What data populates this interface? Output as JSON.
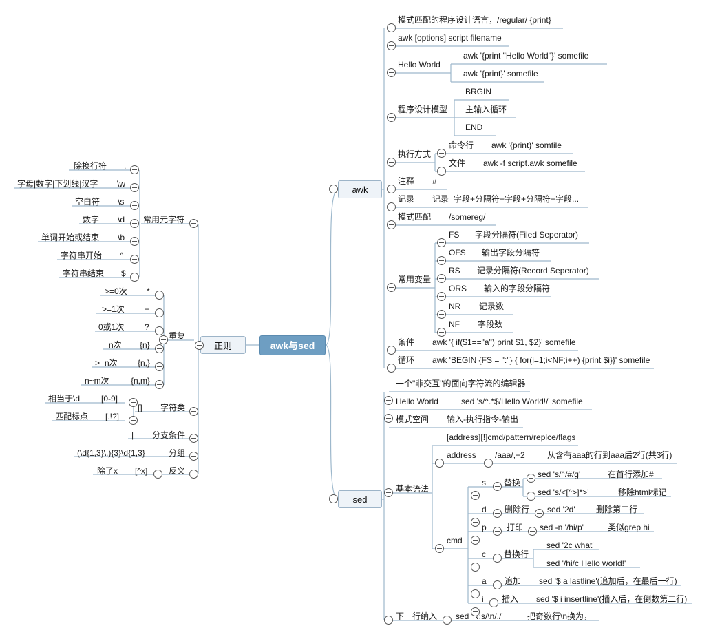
{
  "root": {
    "label": "awk与sed"
  },
  "regex": {
    "label": "正则",
    "meta": {
      "label": "常用元字符",
      "items": [
        {
          "desc": "除换行符",
          "sym": "."
        },
        {
          "desc": "字母|数字|下划线|汉字",
          "sym": "\\w"
        },
        {
          "desc": "空白符",
          "sym": "\\s"
        },
        {
          "desc": "数字",
          "sym": "\\d"
        },
        {
          "desc": "单词开始或结束",
          "sym": "\\b"
        },
        {
          "desc": "字符串开始",
          "sym": "^"
        },
        {
          "desc": "字符串结束",
          "sym": "$"
        }
      ]
    },
    "repeat": {
      "label": "重复",
      "items": [
        {
          "desc": ">=0次",
          "sym": "*"
        },
        {
          "desc": ">=1次",
          "sym": "+"
        },
        {
          "desc": "0或1次",
          "sym": "?"
        },
        {
          "desc": "n次",
          "sym": "{n}"
        },
        {
          "desc": ">=n次",
          "sym": "{n,}"
        },
        {
          "desc": "n~m次",
          "sym": "{n,m}"
        }
      ]
    },
    "charclass": {
      "label": "字符类",
      "sym": "[]",
      "items": [
        {
          "desc": "相当于\\d",
          "sym": "[0-9]"
        },
        {
          "desc": "匹配标点",
          "sym": "[.!?]"
        }
      ]
    },
    "branch": {
      "label": "分支条件",
      "sym": "|"
    },
    "group": {
      "label": "分组",
      "sym": "(\\d{1,3}\\.){3}\\d{1,3}"
    },
    "negate": {
      "label": "反义",
      "sym": "[^x]",
      "desc": "除了x"
    }
  },
  "awk": {
    "label": "awk",
    "intro": "模式匹配的程序设计语言，/regular/ {print}",
    "usage": "awk [options] script filename",
    "hello": {
      "label": "Hello World",
      "items": [
        "awk '{print \"Hello World\"}' somefile",
        "awk '{print}' somefile"
      ]
    },
    "model": {
      "label": "程序设计模型",
      "items": [
        "BRGIN",
        "主输入循环",
        "END"
      ]
    },
    "exec": {
      "label": "执行方式",
      "items": [
        {
          "k": "命令行",
          "v": "awk '{print}' somfile"
        },
        {
          "k": "文件",
          "v": "awk -f script.awk somefile"
        }
      ]
    },
    "comment": {
      "label": "注释",
      "v": "#"
    },
    "record": {
      "label": "记录",
      "v": "记录=字段+分隔符+字段+分隔符+字段..."
    },
    "pattern": {
      "label": "模式匹配",
      "v": "/somereg/"
    },
    "vars": {
      "label": "常用变量",
      "items": [
        {
          "k": "FS",
          "v": "字段分隔符(Filed Seperator)"
        },
        {
          "k": "OFS",
          "v": "输出字段分隔符"
        },
        {
          "k": "RS",
          "v": "记录分隔符(Record Seperator)"
        },
        {
          "k": "ORS",
          "v": "输入的字段分隔符"
        },
        {
          "k": "NR",
          "v": "记录数"
        },
        {
          "k": "NF",
          "v": "字段数"
        }
      ]
    },
    "cond": {
      "label": "条件",
      "v": "awk '{ if($1==\"a\") print $1, $2}' somefile"
    },
    "loop": {
      "label": "循环",
      "v": "awk 'BEGIN {FS = \":\"} { for(i=1;i<NF;i++) {print $i}}' somefile"
    }
  },
  "sed": {
    "label": "sed",
    "intro": "一个\"非交互\"的面向字符流的编辑器",
    "hello": {
      "label": "Hello World",
      "v": "sed 's/^.*$/Hello World!/' somefile"
    },
    "space": {
      "label": "模式空间",
      "v": "输入-执行指令-输出"
    },
    "syntax": {
      "label": "基本语法",
      "format": "[address][!]cmd/pattern/replce/flags",
      "address": {
        "label": "address",
        "sym": "/aaa/,+2",
        "desc": "从含有aaa的行到aaa后2行(共3行)"
      },
      "cmd": {
        "label": "cmd",
        "s": {
          "k": "s",
          "label": "替换",
          "items": [
            {
              "c": "sed 's/^/#/g'",
              "d": "在首行添加#"
            },
            {
              "c": "sed 's/<[^>]*>'",
              "d": "移除html标记"
            }
          ]
        },
        "d": {
          "k": "d",
          "label": "删除行",
          "c": "sed '2d'",
          "d": "删除第二行"
        },
        "p": {
          "k": "p",
          "label": "打印",
          "c": "sed -n '/hi/p'",
          "d": "类似grep hi"
        },
        "c": {
          "k": "c",
          "label": "替换行",
          "items": [
            "sed '2c what'",
            "sed '/hi/c Hello world!'"
          ]
        },
        "a": {
          "k": "a",
          "label": "追加",
          "c": "sed '$ a lastline'(追加后，在最后一行)"
        },
        "i": {
          "k": "i",
          "label": "插入",
          "c": "sed '$ i insertline'(插入后，在倒数第二行)"
        }
      }
    },
    "next": {
      "label": "下一行纳入",
      "c": "sed 'N;s/\\n/,/'",
      "d": "把奇数行\\n换为，"
    }
  },
  "colors": {
    "line": "#9db8cc",
    "root": "#6e9ec2",
    "mainFill": "#eef3f8"
  }
}
